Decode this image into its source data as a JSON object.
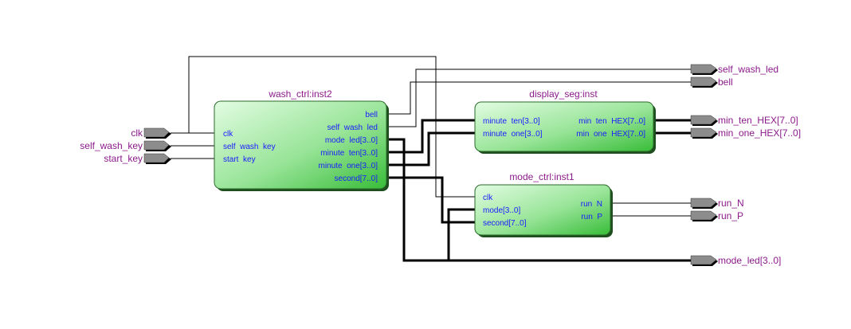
{
  "diagram": {
    "type": "rtl-schematic",
    "colors": {
      "block_fill_start": "#dcfadc",
      "block_fill_end": "#3cc03c",
      "instance_title": "#8b1a8b",
      "port_label": "#1a1aff",
      "pin_label": "#8b1a8b",
      "pin_fill": "#8c8c8c",
      "wire": "#000000"
    },
    "input_pins": [
      {
        "id": "clk",
        "label": "clk"
      },
      {
        "id": "self_wash_key",
        "label": "self_wash_key"
      },
      {
        "id": "start_key",
        "label": "start_key"
      }
    ],
    "output_pins": [
      {
        "id": "self_wash_led",
        "label": "self_wash_led"
      },
      {
        "id": "bell",
        "label": "bell"
      },
      {
        "id": "min_ten_HEX",
        "label": "min_ten_HEX[7..0]"
      },
      {
        "id": "min_one_HEX",
        "label": "min_one_HEX[7..0]"
      },
      {
        "id": "run_N",
        "label": "run_N"
      },
      {
        "id": "run_P",
        "label": "run_P"
      },
      {
        "id": "mode_led",
        "label": "mode_led[3..0]"
      }
    ],
    "blocks": [
      {
        "id": "wash_ctrl",
        "title": "wash_ctrl:inst2",
        "inputs": [
          "clk",
          "self  wash  key",
          "start  key"
        ],
        "outputs": [
          "bell",
          "self  wash  led",
          "mode  led[3..0]",
          "minute  ten[3..0]",
          "minute  one[3..0]",
          "second[7..0]"
        ]
      },
      {
        "id": "display_seg",
        "title": "display_seg:inst",
        "inputs": [
          "minute  ten[3..0]",
          "minute  one[3..0]"
        ],
        "outputs": [
          "min  ten  HEX[7..0]",
          "min  one  HEX[7..0]"
        ]
      },
      {
        "id": "mode_ctrl",
        "title": "mode_ctrl:inst1",
        "inputs": [
          "clk",
          "mode[3..0]",
          "second[7..0]"
        ],
        "outputs": [
          "run  N",
          "run  P"
        ]
      }
    ],
    "nets": [
      {
        "name": "clk",
        "from": "pin:clk",
        "to": [
          "wash_ctrl.clk",
          "mode_ctrl.clk"
        ],
        "bus": false
      },
      {
        "name": "self_wash_key",
        "from": "pin:self_wash_key",
        "to": [
          "wash_ctrl.self_wash_key"
        ],
        "bus": false
      },
      {
        "name": "start_key",
        "from": "pin:start_key",
        "to": [
          "wash_ctrl.start_key"
        ],
        "bus": false
      },
      {
        "name": "bell",
        "from": "wash_ctrl.bell",
        "to": [
          "pin:bell"
        ],
        "bus": false
      },
      {
        "name": "self_wash_led",
        "from": "wash_ctrl.self_wash_led",
        "to": [
          "pin:self_wash_led"
        ],
        "bus": false
      },
      {
        "name": "mode_led[3..0]",
        "from": "wash_ctrl.mode_led",
        "to": [
          "pin:mode_led",
          "mode_ctrl.mode"
        ],
        "bus": true
      },
      {
        "name": "minute_ten[3..0]",
        "from": "wash_ctrl.minute_ten",
        "to": [
          "display_seg.minute_ten"
        ],
        "bus": true
      },
      {
        "name": "minute_one[3..0]",
        "from": "wash_ctrl.minute_one",
        "to": [
          "display_seg.minute_one"
        ],
        "bus": true
      },
      {
        "name": "second[7..0]",
        "from": "wash_ctrl.second",
        "to": [
          "mode_ctrl.second"
        ],
        "bus": true
      },
      {
        "name": "min_ten_HEX[7..0]",
        "from": "display_seg.min_ten_HEX",
        "to": [
          "pin:min_ten_HEX"
        ],
        "bus": true
      },
      {
        "name": "min_one_HEX[7..0]",
        "from": "display_seg.min_one_HEX",
        "to": [
          "pin:min_one_HEX"
        ],
        "bus": true
      },
      {
        "name": "run_N",
        "from": "mode_ctrl.run_N",
        "to": [
          "pin:run_N"
        ],
        "bus": false
      },
      {
        "name": "run_P",
        "from": "mode_ctrl.run_P",
        "to": [
          "pin:run_P"
        ],
        "bus": false
      }
    ]
  }
}
